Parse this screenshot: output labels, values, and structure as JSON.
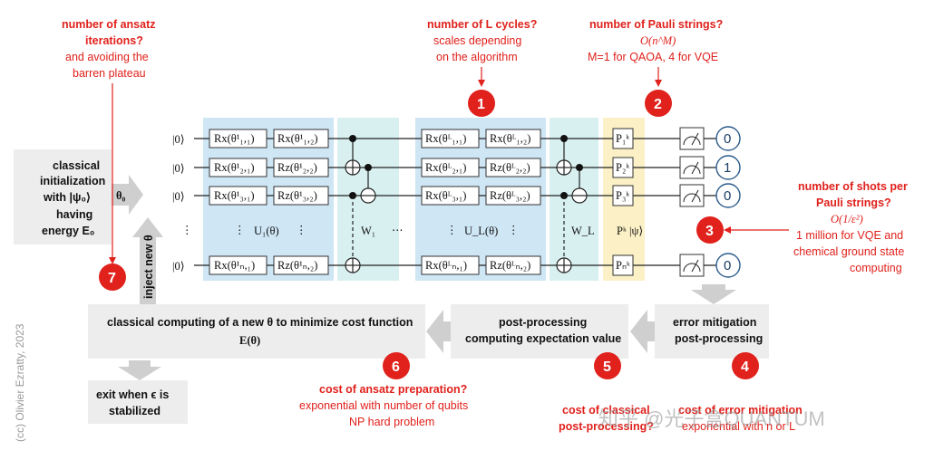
{
  "annotations": {
    "iterations": {
      "title": "number of ansatz iterations?",
      "title_l1": "number of ansatz",
      "title_l2": "iterations?",
      "sub_l1": "and avoiding the",
      "sub_l2": "barren plateau"
    },
    "cycles": {
      "title": "number of L cycles?",
      "sub_l1": "scales depending",
      "sub_l2": "on the algorithm"
    },
    "pauli": {
      "title": "number of Pauli strings?",
      "complexity": "O(n^M)",
      "note": "M=1 for QAOA, 4 for VQE"
    },
    "shots": {
      "title_l1": "number of shots per",
      "title_l2": "Pauli strings?",
      "complexity": "O(1/ε²)",
      "sub_l1": "1 million for VQE and",
      "sub_l2": "chemical ground state",
      "sub_l3": "computing"
    },
    "ansatz_cost": {
      "title": "cost of ansatz preparation?",
      "sub_l1": "exponential with number of qubits",
      "sub_l2": "NP hard problem"
    },
    "classical_cost": {
      "title_l1": "cost of classical",
      "title_l2": "post-processing?"
    },
    "mitigation_cost": {
      "title": "cost of error mitigation",
      "sub": "exponential with n or L"
    }
  },
  "numbers": [
    "1",
    "2",
    "3",
    "4",
    "5",
    "6",
    "7"
  ],
  "boxes": {
    "init_l1": "classical",
    "init_l2": "initialization",
    "init_l3": "with |ψ₀⟩",
    "init_l4": "having",
    "init_l5": "energy E₀",
    "classical_compute_l1": "classical computing of a new θ to minimize cost function",
    "classical_compute_l2": "E(θ)",
    "postproc_l1": "post-processing",
    "postproc_l2": "computing expectation value",
    "mitigation_l1": "error mitigation",
    "mitigation_l2": "post-processing",
    "exit_l1": "exit when ϵ is",
    "exit_l2": "stabilized",
    "inject": "inject new θ",
    "theta0": "θ₀"
  },
  "circuit": {
    "ket0": "|0⟩",
    "u1": "U₁(θ)",
    "ul": "U_L(θ)",
    "w1": "W₁",
    "wl": "W_L",
    "pk": "Pᵏ |ψ⟩",
    "dots": "⋯",
    "vdots": "⋮",
    "gates_block1": [
      [
        "Rx(θ¹₁,₁)",
        "Rx(θ¹₁,₂)"
      ],
      [
        "Rx(θ¹₂,₁)",
        "Rz(θ¹₂,₂)"
      ],
      [
        "Rx(θ¹₃,₁)",
        "Rz(θ¹₃,₂)"
      ],
      [
        "Rx(θ¹ₙ,₁)",
        "Rz(θ¹ₙ,₂)"
      ]
    ],
    "gates_blockL": [
      [
        "Rx(θᴸ₁,₁)",
        "Rx(θᴸ₁,₂)"
      ],
      [
        "Rx(θᴸ₂,₁)",
        "Rz(θᴸ₂,₂)"
      ],
      [
        "Rx(θᴸ₃,₁)",
        "Rz(θᴸ₃,₂)"
      ],
      [
        "Rx(θᴸₙ,₁)",
        "Rz(θᴸₙ,₂)"
      ]
    ],
    "pauli_gates": [
      "P₁ᵏ",
      "P₂ᵏ",
      "P₃ᵏ",
      "Pₙᵏ"
    ],
    "outputs": [
      "0",
      "1",
      "0",
      "0"
    ]
  },
  "credit": "(cc) Olivier Ezratty, 2023",
  "watermark": "知乎 @光子盒QUANTUM",
  "colors": {
    "accent_red": "#e0211c",
    "block_blue": "#cfe6f5",
    "block_cyan": "#d9f0f0",
    "block_yellow": "#fbf0c6",
    "arrow_gray": "#cfcfcf"
  }
}
